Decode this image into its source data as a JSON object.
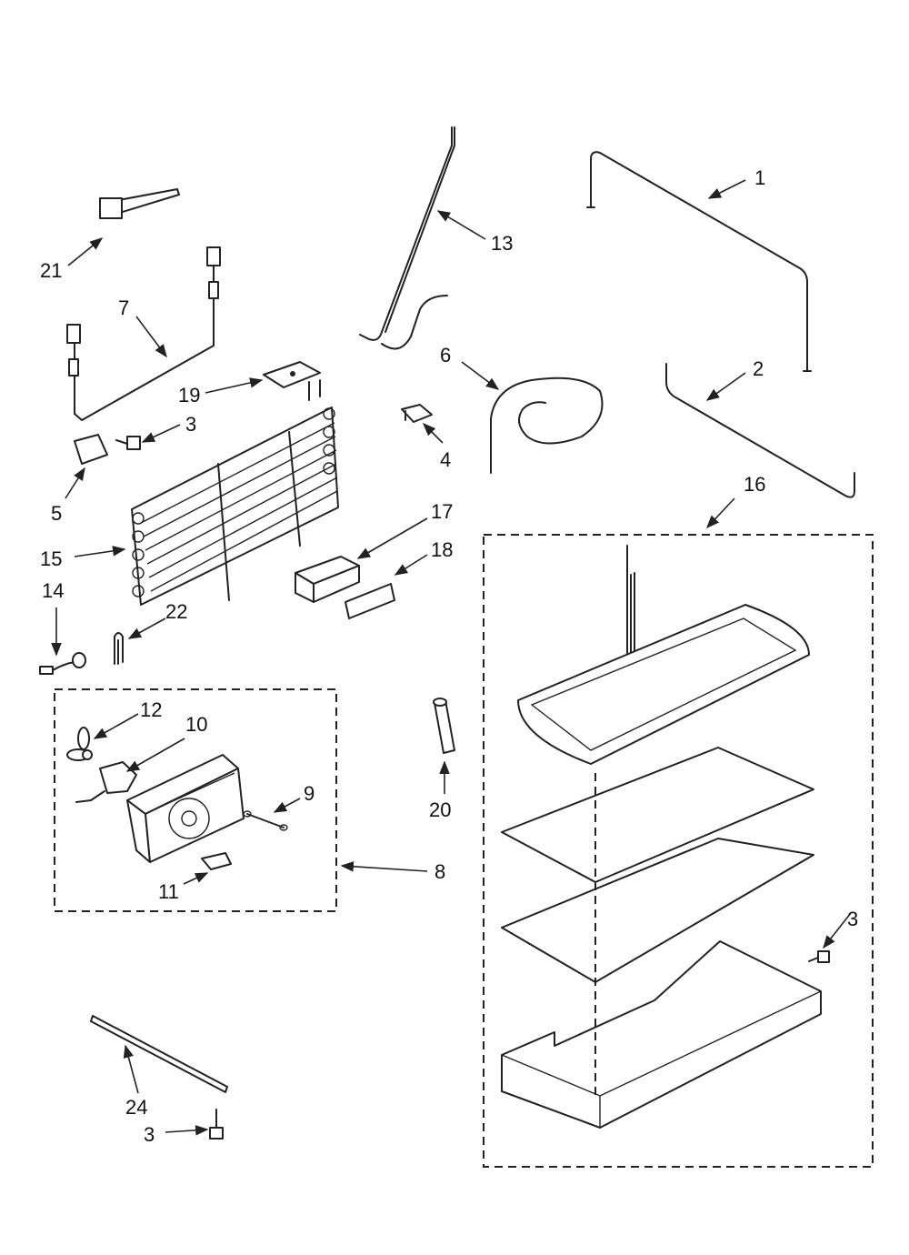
{
  "callouts": {
    "c1": "1",
    "c2": "2",
    "c3a": "3",
    "c3b": "3",
    "c3c": "3",
    "c4": "4",
    "c5": "5",
    "c6": "6",
    "c7": "7",
    "c8": "8",
    "c9": "9",
    "c10": "10",
    "c11": "11",
    "c12": "12",
    "c13": "13",
    "c14": "14",
    "c15": "15",
    "c16": "16",
    "c17": "17",
    "c18": "18",
    "c19": "19",
    "c20": "20",
    "c21": "21",
    "c22": "22",
    "c24": "24"
  }
}
